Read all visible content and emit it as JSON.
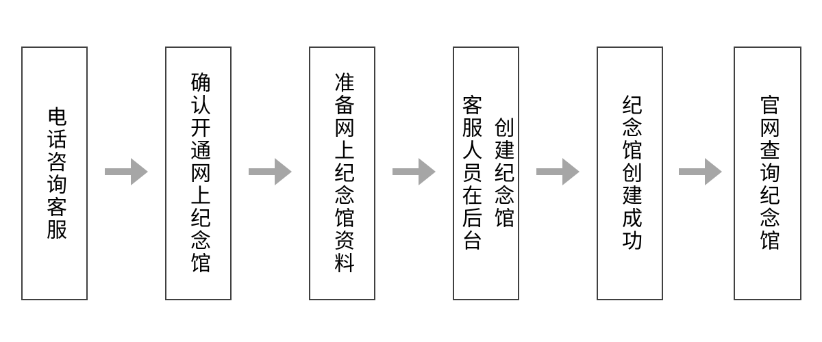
{
  "page": {
    "background_color": "#ffffff"
  },
  "flow": {
    "type": "horizontal-flowchart",
    "direction": "left-to-right",
    "box_border_color": "#404040",
    "arrow_color": "#a6a6a6",
    "text_color": "#000000",
    "text_orientation": "vertical",
    "steps": [
      {
        "index": 1,
        "lines": [
          "电话咨询客服"
        ]
      },
      {
        "index": 2,
        "lines": [
          "确认开通网上纪念馆"
        ]
      },
      {
        "index": 3,
        "lines": [
          "准备网上纪念馆资料"
        ]
      },
      {
        "index": 4,
        "lines": [
          "客服人员在后台",
          "创建纪念馆"
        ]
      },
      {
        "index": 5,
        "lines": [
          "纪念馆创建成功"
        ]
      },
      {
        "index": 6,
        "lines": [
          "官网查询纪念馆"
        ]
      }
    ],
    "connectors": [
      {
        "from": 1,
        "to": 2,
        "icon": "right-block-arrow"
      },
      {
        "from": 2,
        "to": 3,
        "icon": "right-block-arrow"
      },
      {
        "from": 3,
        "to": 4,
        "icon": "right-block-arrow"
      },
      {
        "from": 4,
        "to": 5,
        "icon": "right-block-arrow"
      },
      {
        "from": 5,
        "to": 6,
        "icon": "right-block-arrow"
      }
    ]
  }
}
